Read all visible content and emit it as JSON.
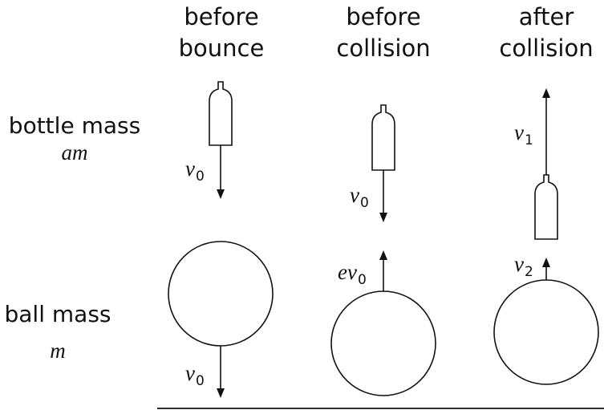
{
  "columns": [
    {
      "line1": "before",
      "line2": "bounce"
    },
    {
      "line1": "before",
      "line2": "collision"
    },
    {
      "line1": "after",
      "line2": "collision"
    }
  ],
  "rows": {
    "bottle": {
      "label": "bottle mass",
      "mass": "am"
    },
    "ball": {
      "label": "ball mass",
      "mass": "m"
    }
  },
  "velocities": {
    "bottle_col1": {
      "symbol": "v",
      "sub": "0"
    },
    "ball_col1": {
      "symbol": "v",
      "sub": "0"
    },
    "bottle_col2": {
      "symbol": "v",
      "sub": "0"
    },
    "ball_col2": {
      "symbol": "ev",
      "sub": "0"
    },
    "bottle_col3": {
      "symbol": "v",
      "sub": "1"
    },
    "ball_col3": {
      "symbol": "v",
      "sub": "2"
    }
  },
  "colors": {
    "ink": "#111111",
    "background": "#ffffff"
  }
}
